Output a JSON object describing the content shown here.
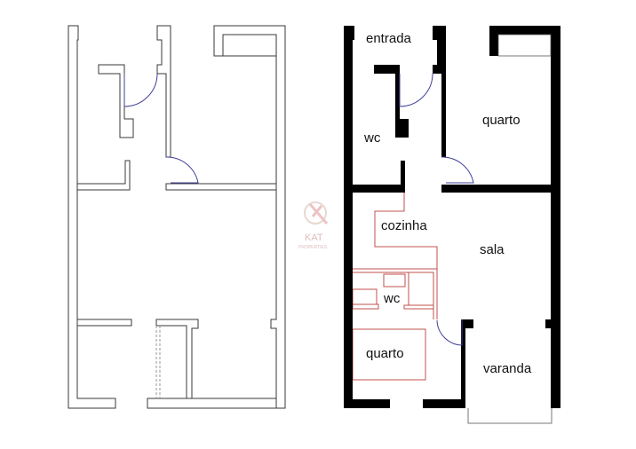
{
  "plans": {
    "original": {
      "style": "outline"
    },
    "renovated": {
      "rooms": [
        {
          "id": "entrada",
          "label": "entrada"
        },
        {
          "id": "quarto-1",
          "label": "quarto"
        },
        {
          "id": "wc-1",
          "label": "wc"
        },
        {
          "id": "cozinha",
          "label": "cozinha"
        },
        {
          "id": "sala",
          "label": "sala"
        },
        {
          "id": "wc-2",
          "label": "wc"
        },
        {
          "id": "quarto-2",
          "label": "quarto"
        },
        {
          "id": "varanda",
          "label": "varanda"
        }
      ]
    }
  },
  "watermark": {
    "brand": "KAT",
    "tagline": "PROPERTIES"
  },
  "colors": {
    "walls": "#000000",
    "outline": "#3a3a3a",
    "new_walls": "#c0504d",
    "doors": "#3f3f9a",
    "watermark": "#d9a9a9"
  }
}
